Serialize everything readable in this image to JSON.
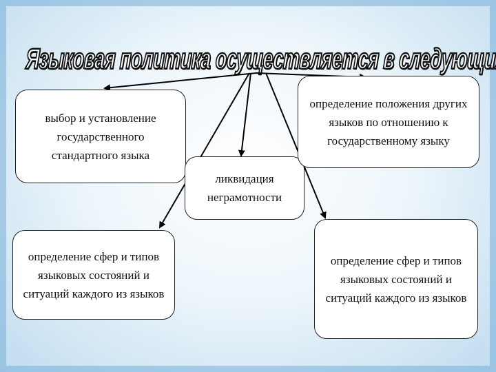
{
  "title": "Языковая политика осуществляется в следующих направлениях:",
  "boxes": {
    "standard_language": "выбор и установление государственного стандартного языка",
    "illiteracy": "ликвидация неграмотности",
    "other_languages": "определение положения других языков по отношению к государственному языку",
    "spheres_left": "определение сфер и типов языковых состояний и ситуаций каждого из языков",
    "spheres_right": "определение сфер и типов языковых состояний и ситуаций каждого из языков"
  },
  "colors": {
    "line": "#000000",
    "box_border": "#222222",
    "background_edge": "#bfdcef"
  }
}
